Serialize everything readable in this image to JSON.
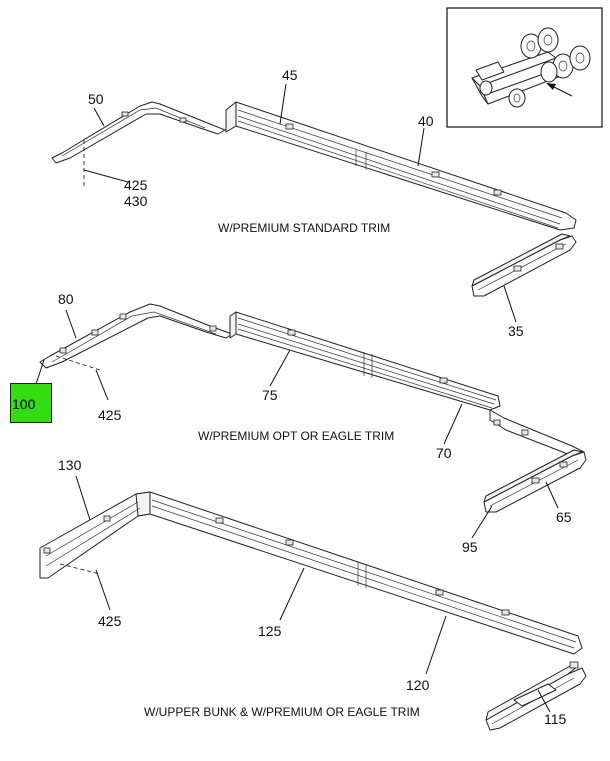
{
  "captions": {
    "section1": "W/PREMIUM STANDARD TRIM",
    "section2": "W/PREMIUM OPT OR EAGLE TRIM",
    "section3": "W/UPPER BUNK & W/PREMIUM OR EAGLE TRIM"
  },
  "callouts": {
    "c45": "45",
    "c50": "50",
    "c40": "40",
    "c425a": "425",
    "c430": "430",
    "c35": "35",
    "c80": "80",
    "c100": "100",
    "c425b": "425",
    "c75": "75",
    "c70": "70",
    "c65": "65",
    "c95": "95",
    "c130": "130",
    "c425c": "425",
    "c125": "125",
    "c120": "120",
    "c115": "115"
  },
  "highlight": {
    "part": "100",
    "color": "#33dd11"
  }
}
